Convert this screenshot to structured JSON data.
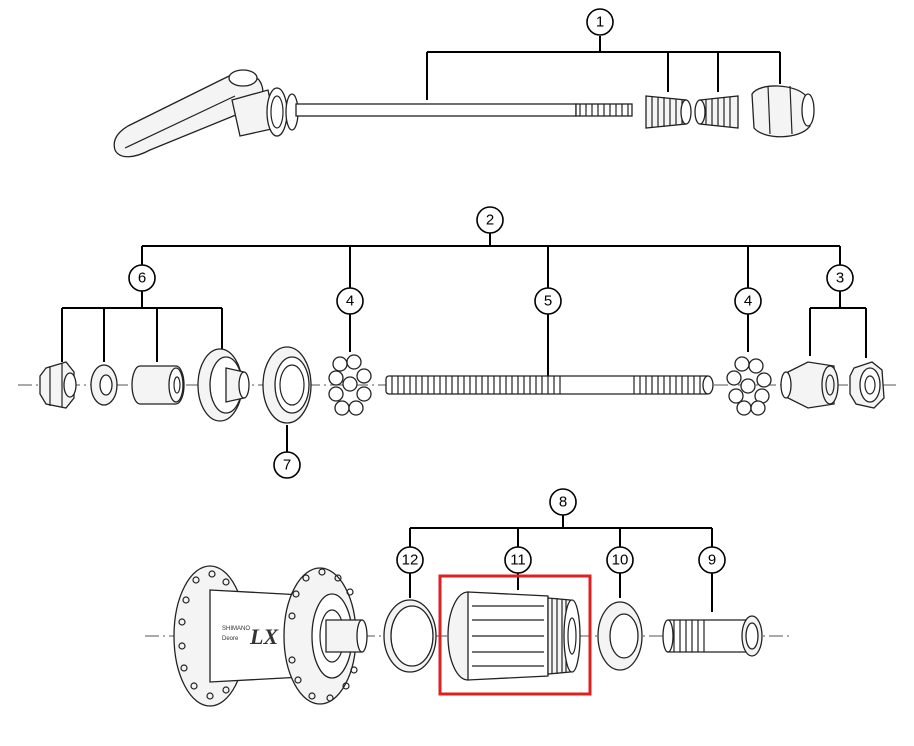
{
  "callouts": {
    "c1": "1",
    "c2": "2",
    "c3": "3",
    "c4a": "4",
    "c4b": "4",
    "c5": "5",
    "c6": "6",
    "c7": "7",
    "c8": "8",
    "c9": "9",
    "c10": "10",
    "c11": "11",
    "c12": "12"
  },
  "hub_branding": {
    "maker": "SHIMANO",
    "series": "Deore",
    "model": "LX"
  },
  "highlight": {
    "part": "11",
    "color": "#e02020"
  }
}
